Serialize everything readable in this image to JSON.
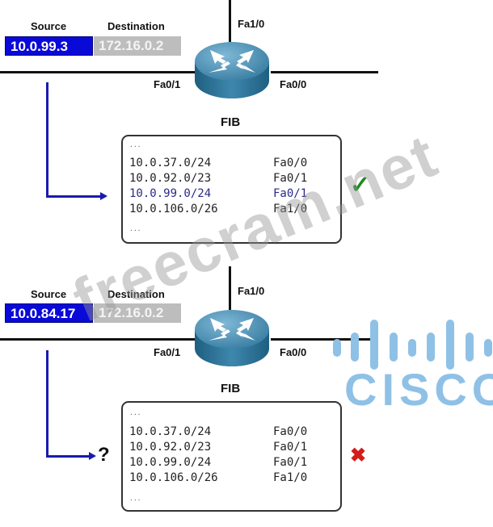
{
  "watermark": "freecram.net",
  "logo": {
    "text": "CISCO",
    "color": "#8fc1e6"
  },
  "scenarios": [
    {
      "packet": {
        "source_label": "Source",
        "destination_label": "Destination",
        "source_ip": "10.0.99.3",
        "destination_ip": "172.16.0.2"
      },
      "router": {
        "interfaces": {
          "top": "Fa1/0",
          "left": "Fa0/1",
          "right": "Fa0/0"
        },
        "fib_label": "FIB"
      },
      "fib": {
        "leading": "...",
        "trailing": "...",
        "rows": [
          {
            "network": "10.0.37.0/24",
            "interface": "Fa0/0",
            "highlight": false
          },
          {
            "network": "10.0.92.0/23",
            "interface": "Fa0/1",
            "highlight": false
          },
          {
            "network": "10.0.99.0/24",
            "interface": "Fa0/1",
            "highlight": true
          },
          {
            "network": "10.0.106.0/26",
            "interface": "Fa1/0",
            "highlight": false
          }
        ]
      },
      "lookup_marker": "",
      "result": {
        "symbol": "✓",
        "status": "match",
        "color": "#1e8a1e"
      }
    },
    {
      "packet": {
        "source_label": "Source",
        "destination_label": "Destination",
        "source_ip": "10.0.84.17",
        "destination_ip": "172.16.0.2"
      },
      "router": {
        "interfaces": {
          "top": "Fa1/0",
          "left": "Fa0/1",
          "right": "Fa0/0"
        },
        "fib_label": "FIB"
      },
      "fib": {
        "leading": "...",
        "trailing": "...",
        "rows": [
          {
            "network": "10.0.37.0/24",
            "interface": "Fa0/0",
            "highlight": false
          },
          {
            "network": "10.0.92.0/23",
            "interface": "Fa0/1",
            "highlight": false
          },
          {
            "network": "10.0.99.0/24",
            "interface": "Fa0/1",
            "highlight": false
          },
          {
            "network": "10.0.106.0/26",
            "interface": "Fa1/0",
            "highlight": false
          }
        ]
      },
      "lookup_marker": "?",
      "result": {
        "symbol": "✖",
        "status": "no-match",
        "color": "#d41c1c"
      }
    }
  ]
}
